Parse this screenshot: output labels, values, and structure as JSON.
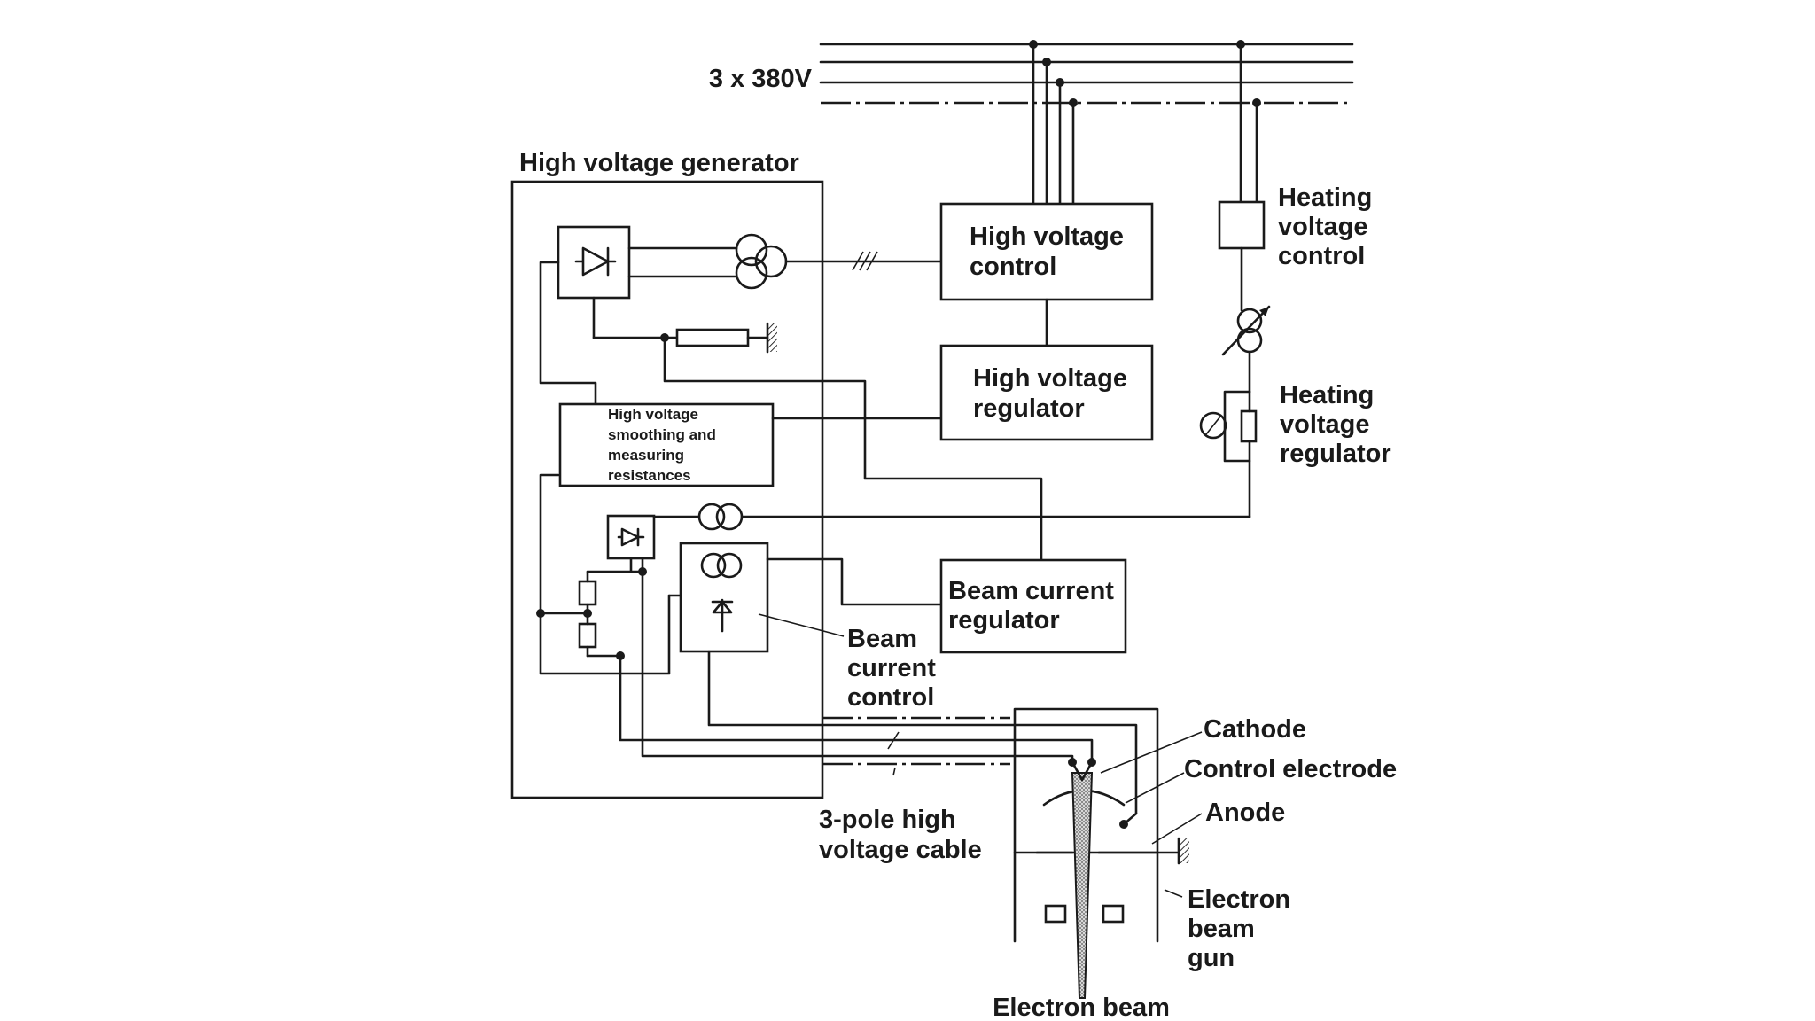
{
  "supply_label": "3 x 380V",
  "generator": {
    "title": "High voltage generator",
    "smoothing_lines": [
      "High voltage",
      "smoothing and",
      "measuring",
      "resistances"
    ]
  },
  "blocks": {
    "hv_control": [
      "High voltage",
      "control"
    ],
    "hv_regulator": [
      "High voltage",
      "regulator"
    ],
    "beam_current_regulator": [
      "Beam current",
      "regulator"
    ]
  },
  "labels": {
    "heating_voltage_control": [
      "Heating",
      "voltage",
      "control"
    ],
    "heating_voltage_regulator": [
      "Heating",
      "voltage",
      "regulator"
    ],
    "beam_current_control": [
      "Beam",
      "current",
      "control"
    ],
    "cable": [
      "3-pole high",
      "voltage cable"
    ],
    "cathode": "Cathode",
    "control_electrode": "Control electrode",
    "anode": "Anode",
    "gun": [
      "Electron",
      "beam",
      "gun"
    ],
    "electron_beam": "Electron beam"
  },
  "colors": {
    "ink": "#1a1a1a",
    "background": "#ffffff",
    "beam_fill": "#9a9a9a"
  }
}
